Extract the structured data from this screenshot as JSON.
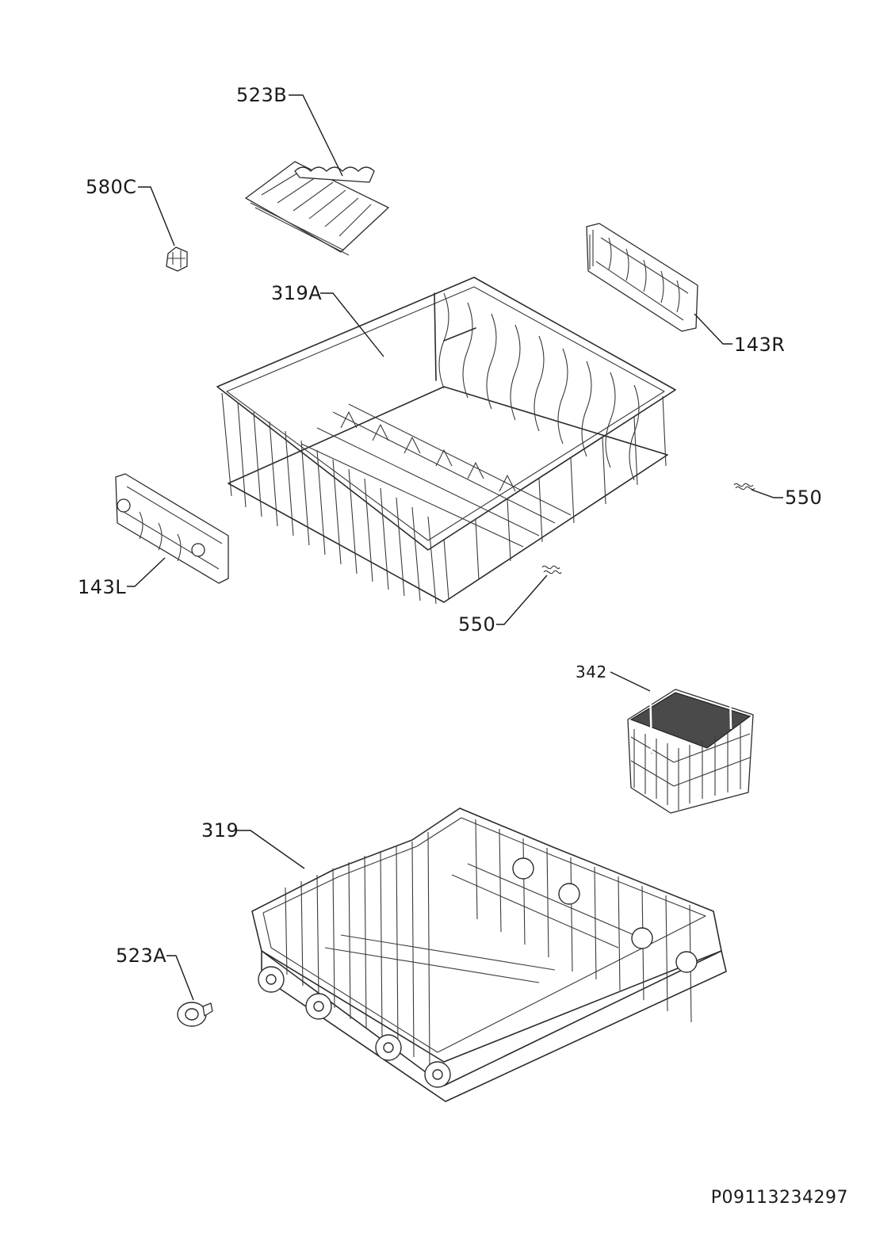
{
  "diagram": {
    "labels": {
      "p523B": "523B",
      "p580C": "580C",
      "p319A": "319A",
      "p143R": "143R",
      "p550a": "550",
      "p143L": "143L",
      "p550b": "550",
      "p342": "342",
      "p319": "319",
      "p523A": "523A"
    },
    "document_number": "P09113234297"
  },
  "colors": {
    "line": "#2b2b2b",
    "background": "#ffffff"
  }
}
